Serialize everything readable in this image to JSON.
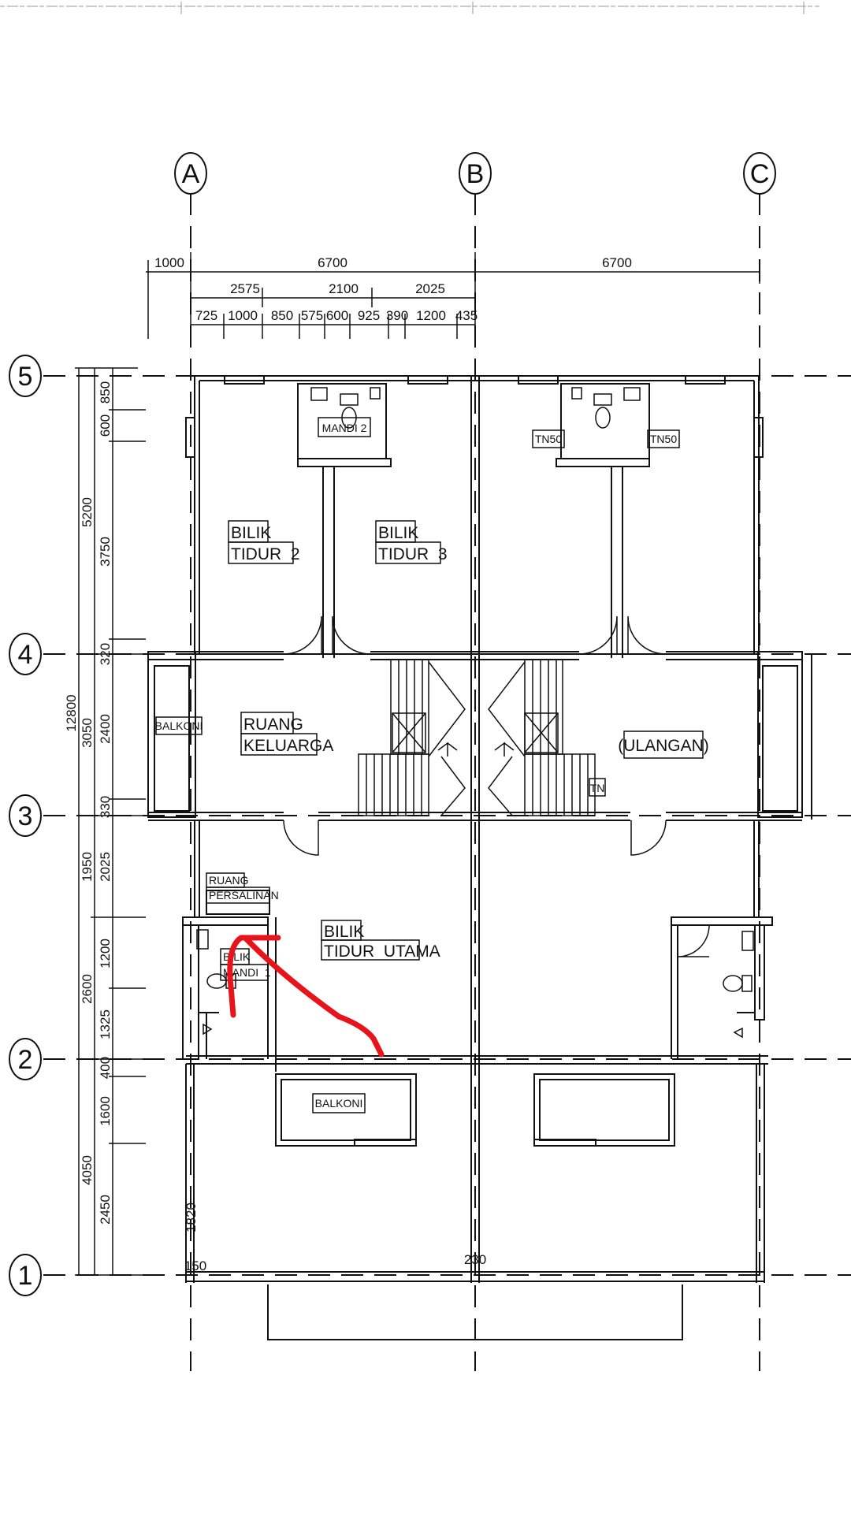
{
  "grid": {
    "columns": [
      "A",
      "B",
      "C"
    ],
    "rows": [
      "5",
      "4",
      "3",
      "2",
      "1"
    ]
  },
  "dims_top": {
    "row1": [
      "1000",
      "6700",
      "6700"
    ],
    "row2": [
      "2575",
      "2100",
      "2025"
    ],
    "row3": [
      "725",
      "1000",
      "850",
      "575",
      "600",
      "925",
      "390",
      "1200",
      "435"
    ]
  },
  "dims_left": {
    "outer": "12800",
    "mid": [
      "5200",
      "3050",
      "1950",
      "2600",
      "4050"
    ],
    "inner": [
      "850",
      "600",
      "3750",
      "320",
      "2400",
      "330",
      "2025",
      "1200",
      "1325",
      "400",
      "1600",
      "2450"
    ]
  },
  "dims_misc": {
    "d1820": "1820",
    "d150": "150",
    "d230": "230"
  },
  "rooms": {
    "bilik_tidur_2": [
      "BILIK",
      "TIDUR  2"
    ],
    "bilik_tidur_3": [
      "BILIK",
      "TIDUR  3"
    ],
    "mandi_2": "MANDI 2",
    "tn50_left": "TN50",
    "tn50_right": "TN50",
    "balkoni_left": "BALKONI",
    "ruang_keluarga": [
      "RUANG",
      "KELUARGA"
    ],
    "ulangan": "(ULANGAN)",
    "tn": "TN",
    "ruang_persalinan": [
      "RUANG",
      "PERSALINAN"
    ],
    "bilik_tidur_utama": [
      "BILIK",
      "TIDUR  UTAMA"
    ],
    "bilik_mandi_1": [
      "BILIK",
      "MANDI  1"
    ],
    "balkoni_front": "BALKONI"
  },
  "colors": {
    "line": "#111111",
    "annotation": "#e8141b"
  }
}
